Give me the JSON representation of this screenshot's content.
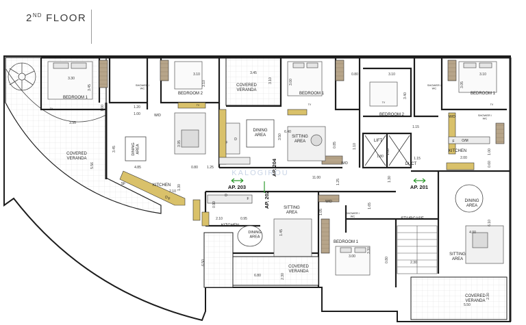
{
  "header": {
    "floor_num": "2",
    "floor_suffix": "ND",
    "floor_word": "FLOOR"
  },
  "watermark": "KALOGIROU",
  "apartments": {
    "ap201": "AP. 201",
    "ap202": "AP. 202",
    "ap203": "AP. 203",
    "ap204": "AP. 204"
  },
  "rooms": {
    "bedroom1_a": "BEDROOM 1",
    "bedroom2_a": "BEDROOM 2",
    "covered_veranda_top": "COVERED\nVERANDA",
    "bedroom1_b": "BEDROOM 1",
    "bedroom2_b": "BEDROOM 2",
    "bedroom1_c": "BEDROOM 1",
    "covered_veranda_left": "COVERED\nVERANDA",
    "dining_area_left": "DINING\nAREA",
    "dining_area_mid": "DINING\nAREA",
    "sitting_area_mid": "SITTING\nAREA",
    "kitchen_left": "KITCHEN",
    "kitchen_right": "KITCHEN",
    "lift": "LIFT",
    "duct": "DUCT",
    "dining_area_right": "DINING\nAREA",
    "sitting_area_right": "SITTING\nAREA",
    "staircase": "STAIRCASE",
    "kitchen_bottom": "KITCHEN",
    "dining_area_bottom": "DINING\nAREA",
    "sitting_area_bottom": "SITTING\nAREA",
    "bedroom1_bottom": "BEDROOM 1",
    "covered_veranda_bottom": "COVERED\nVERANDA",
    "covered_veranda_br": "COVERED\nVERANDA"
  },
  "fixtures": {
    "shower_wc": "SHOWER /\nWC",
    "tv": "TV",
    "wd": "W/D",
    "om": "O/M",
    "sf": "SF",
    "f": "F",
    "d": "D"
  },
  "dimensions": {
    "d330a": "3.30",
    "d345a": "3.45",
    "d310a": "3.10",
    "d310b": "3.10",
    "d345b": "3.45",
    "d310c": "3.10",
    "d310d": "3.10",
    "d300a": "3.00",
    "d080a": "0.80",
    "d340": "3.40",
    "d305": "3.05",
    "d395a": "3.95",
    "d120": "1.20",
    "d100a": "1.00",
    "d100b": "1.00",
    "d395b": "3.95",
    "d640": "6.40",
    "d350": "3.50",
    "d085": "0.85",
    "d115a": "1.15",
    "d115b": "1.15",
    "d200": "2.00",
    "d100c": "1.00",
    "d060": "0.60",
    "d345c": "3.45",
    "d556": "5.56",
    "d485": "4.85",
    "d080b": "0.80",
    "d125a": "1.25",
    "d180a": "1.80",
    "d180b": "1.80",
    "d110": "1.10",
    "d1100": "11.00",
    "d125b": "1.25",
    "d130a": "1.30",
    "d130b": "1.30",
    "d610": "6.10",
    "d400": "4.00",
    "d210": "2.10",
    "d095": "0.95",
    "d105": "1.05",
    "d145": "1.45",
    "d300b": "3.00",
    "d330b": "3.30",
    "d080c": "0.80",
    "d230a": "2.30",
    "d650": "6.50",
    "d230b": "2.30",
    "d680": "6.80",
    "d230c": "2.30",
    "d550": "5.50",
    "d210b": "2.10",
    "d090": "0.90",
    "d165": "1.65"
  }
}
